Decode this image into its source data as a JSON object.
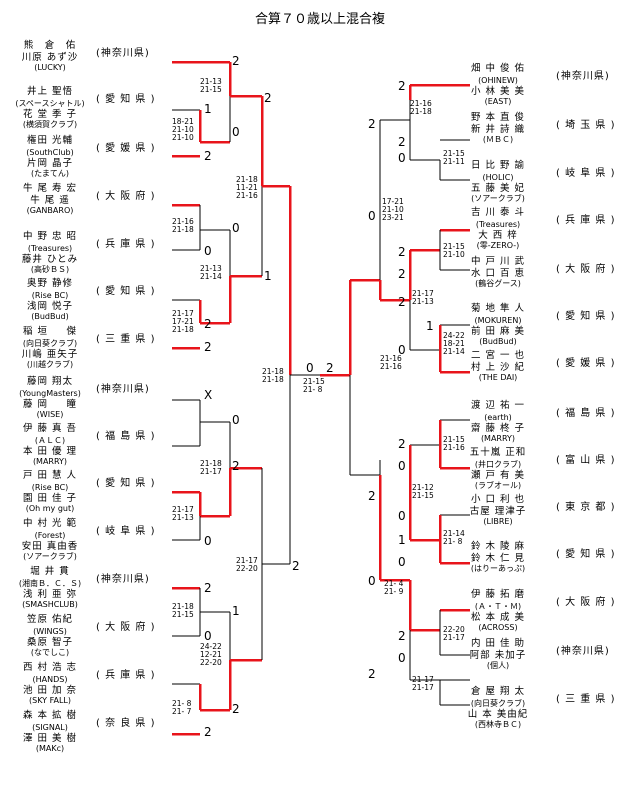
{
  "title": "合算７０歳以上混合複",
  "left_teams": [
    {
      "lines": [
        "熊　倉　佑",
        "川原 あず沙",
        "(LUCKY)"
      ],
      "pref": "(神奈川県)"
    },
    {
      "lines": [
        "井上 聖悟",
        "(スペースシャトル)",
        "花 堂 季 子",
        "(横須賀クラブ)"
      ],
      "pref": "( 愛 知 県 )"
    },
    {
      "lines": [
        "権田 光輔",
        "(SouthClub)",
        "片岡 晶子",
        "(たまてん)"
      ],
      "pref": "( 愛 媛 県 )"
    },
    {
      "lines": [
        "牛 尾 寿 宏",
        "牛 尾 遥",
        "(GANBARO)"
      ],
      "pref": "( 大 阪 府 )"
    },
    {
      "lines": [
        "中 野 忠 昭",
        "(Treasures)",
        "藤井 ひとみ",
        "(高砂ＢＳ)"
      ],
      "pref": "( 兵 庫 県 )"
    },
    {
      "lines": [
        "奥野 静修",
        "(Rise BC)",
        "浅岡 悦子",
        "(BudBud)"
      ],
      "pref": "( 愛 知 県 )"
    },
    {
      "lines": [
        "稲 垣 　 傑",
        "(向日葵クラブ)",
        "川嶋 亜矢子",
        "(川越クラブ)"
      ],
      "pref": "( 三 重 県 )"
    },
    {
      "lines": [
        "藤岡 翔太",
        "(YoungMasters)",
        "藤 岡 　 瞳",
        "(WISE)"
      ],
      "pref": "(神奈川県)"
    },
    {
      "lines": [
        "伊 藤 真 吾",
        "(ＡＬＣ)",
        "本 田 優 理",
        "(MARRY)"
      ],
      "pref": "( 福 島 県 )"
    },
    {
      "lines": [
        "戸 田 慧 人",
        "(Rise BC)",
        "園 田 佳 子",
        "(Oh my gut)"
      ],
      "pref": "( 愛 知 県 )"
    },
    {
      "lines": [
        "中 村 光 範",
        "(Forest)",
        "安田 真由香",
        "(ソアークラブ)"
      ],
      "pref": "( 岐 阜 県 )"
    },
    {
      "lines": [
        "堀 井 貫",
        "(湘南Ｂ．Ｃ．Ｓ)",
        "浅 利 亜 弥",
        "(SMASHCLUB)"
      ],
      "pref": "(神奈川県)"
    },
    {
      "lines": [
        "笠原 佑紀",
        "(WINGS)",
        "桑原 智子",
        "(なでしこ)"
      ],
      "pref": "( 大 阪 府 )"
    },
    {
      "lines": [
        "西 村 浩 志",
        "(HANDS)",
        "池 田 加 奈",
        "(SKY FALL)"
      ],
      "pref": "( 兵 庫 県 )"
    },
    {
      "lines": [
        "森 本 拡 樹",
        "(SIGNAL)",
        "澤 田 美 樹",
        "(MAKc)"
      ],
      "pref": "( 奈 良 県 )"
    }
  ],
  "right_teams": [
    {
      "lines": [
        "畑 中 俊 佑",
        "(OHINEW)",
        "小 林 美 美",
        "(EAST)"
      ],
      "pref": "(神奈川県)"
    },
    {
      "lines": [
        "野 本 直 俊",
        "新 井 詩 織",
        "(ＭＢＣ)"
      ],
      "pref": "( 埼 玉 県 )"
    },
    {
      "lines": [
        "日 比 野 諭",
        "(HOLIC)",
        "五 藤 美 妃",
        "(ソアークラブ)"
      ],
      "pref": "( 岐 阜 県 )"
    },
    {
      "lines": [
        "吉 川 泰 斗",
        "(Treasures)",
        "大 西 梓",
        "(零-ZERO-)"
      ],
      "pref": "( 兵 庫 県 )"
    },
    {
      "lines": [
        "中 戸 川 武",
        "水 口 百 恵",
        "(鶴谷グース)"
      ],
      "pref": "( 大 阪 府 )"
    },
    {
      "lines": [
        "菊 地 隼 人",
        "(MOKUREN)",
        "前 田 麻 美",
        "(BudBud)"
      ],
      "pref": "( 愛 知 県 )"
    },
    {
      "lines": [
        "二 宮 一 也",
        "村 上 沙 紀",
        "(THE DAI)"
      ],
      "pref": "( 愛 媛 県 )"
    },
    {
      "lines": [
        "渡 辺 祐 一",
        "(earth)",
        "齋 藤 柊 子",
        "(MARRY)"
      ],
      "pref": "( 福 島 県 )"
    },
    {
      "lines": [
        "五十嵐 正和",
        "(井口クラブ)",
        "瀬 戸 有 美",
        "(ラブオール)"
      ],
      "pref": "( 富 山 県 )"
    },
    {
      "lines": [
        "小 口 利 也",
        "古屋 理津子",
        "(LIBRE)"
      ],
      "pref": "( 東 京 都 )"
    },
    {
      "lines": [
        "鈴 木 陵 麻",
        "鈴 木 仁 見",
        "(はりーあっぷ)"
      ],
      "pref": "( 愛 知 県 )"
    },
    {
      "lines": [
        "伊 藤 拓 磨",
        "(Ａ・Ｔ・Ｍ)",
        "松 本 成 美",
        "(ACROSS)"
      ],
      "pref": "( 大 阪 府 )"
    },
    {
      "lines": [
        "内 田 佳 助",
        "阿部 未加子",
        "(個人)"
      ],
      "pref": "(神奈川県)"
    },
    {
      "lines": [
        "倉 屋 翔 太",
        "(向日葵クラブ)",
        "山 本 美由紀",
        "(西林寺ＢＣ)"
      ],
      "pref": "( 三 重 県 )"
    }
  ],
  "results": {
    "L1": "2",
    "L2": "1",
    "L3": "0",
    "L4": "2",
    "L5": "2",
    "L6": "0",
    "L7": "0",
    "L8": "1",
    "L9": "2",
    "L10": "2",
    "L11": "X",
    "L12": "0",
    "L13": "2",
    "L14": "0",
    "L15": "2",
    "L16": "1",
    "L17": "0",
    "L18": "2",
    "LQ1": "2",
    "LQ2": "1",
    "LQ3": "0",
    "LQ4": "2",
    "LQ5": "2",
    "LQ6": "0",
    "LQ7": "0",
    "LQ8": "2",
    "LS1": "2",
    "LS2": "0",
    "LF": "0",
    "RF": "2",
    "R1": "2",
    "R2": "2",
    "R3": "0",
    "R4": "2",
    "R5": "0",
    "R6": "1",
    "R7": "2",
    "R8": "2",
    "R9": "2",
    "R10": "0",
    "R11": "2",
    "R12": "0",
    "R13": "2",
    "R14": "0",
    "RQ1": "1",
    "RQ2": "0",
    "RQ3": "2",
    "RQ4": "0",
    "RQ5": "2",
    "RQ6": "0",
    "RQ7": "2",
    "RQ8": "0",
    "RS1": "0",
    "RS2": "2",
    "RS3": "2",
    "RS4": "0",
    "RSF1": "0",
    "RSF2": "2"
  },
  "scores": {
    "l1": "21-13\n21-15",
    "l2": "18-21\n21-10\n21-10",
    "l3": "21-18\n11-21\n21-16",
    "l4": "21-16\n21-18",
    "l5": "21-13\n21-14",
    "l6": "21-17\n17-21\n21-18",
    "l7": "21-18\n21-18",
    "l8": "21-18\n21-17",
    "l9": "21-17\n21-13",
    "l10": "21-17\n22-20",
    "l11": "21-18\n21-15",
    "l12": "24-22\n12-21\n22-20",
    "l13": "21- 8\n21- 7",
    "final": "21-15\n21- 8",
    "r1": "21-16\n21-18",
    "r2": "21-16\n21-16",
    "r3": "21-15\n21-11",
    "r4": "17-21\n21-10\n23-21",
    "r5": "21-15\n21-10",
    "r6": "21-17\n21-13",
    "r7": "24-22\n18-21\n21-14",
    "r8": "21-15\n21-16",
    "r9": "21-12\n21-15",
    "r10": "21-14\n21- 8",
    "r11": "21- 4\n21- 9",
    "r12": "22-20\n21-17",
    "r13": "21-17\n21-17"
  },
  "colors": {
    "winner_line": "#e8141b",
    "line": "#000000"
  }
}
